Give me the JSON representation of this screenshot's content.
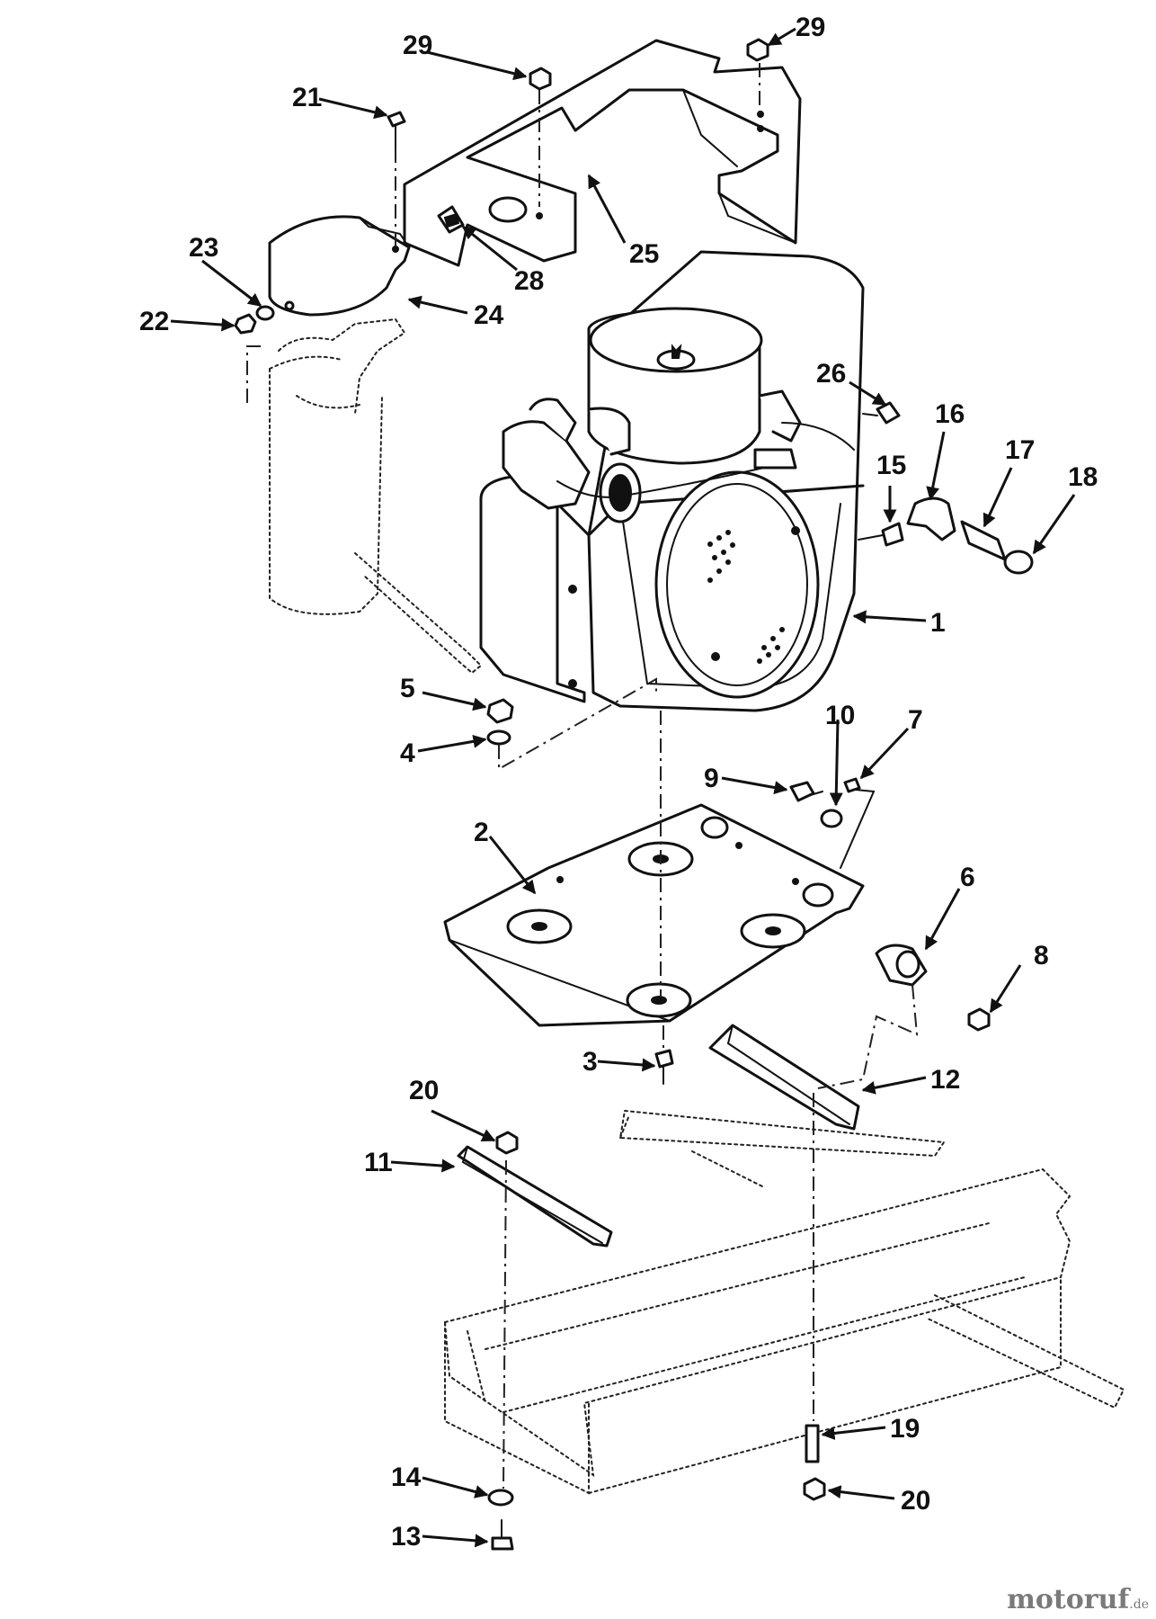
{
  "watermark": {
    "brand": "motoruf",
    "suffix": ".de"
  },
  "callouts": [
    {
      "id": "c1",
      "label": "1"
    },
    {
      "id": "c2",
      "label": "2"
    },
    {
      "id": "c3",
      "label": "3"
    },
    {
      "id": "c4",
      "label": "4"
    },
    {
      "id": "c5",
      "label": "5"
    },
    {
      "id": "c6",
      "label": "6"
    },
    {
      "id": "c7",
      "label": "7"
    },
    {
      "id": "c8",
      "label": "8"
    },
    {
      "id": "c9",
      "label": "9"
    },
    {
      "id": "c10",
      "label": "10"
    },
    {
      "id": "c11",
      "label": "11"
    },
    {
      "id": "c12",
      "label": "12"
    },
    {
      "id": "c13",
      "label": "13"
    },
    {
      "id": "c14",
      "label": "14"
    },
    {
      "id": "c15",
      "label": "15"
    },
    {
      "id": "c16",
      "label": "16"
    },
    {
      "id": "c17",
      "label": "17"
    },
    {
      "id": "c18",
      "label": "18"
    },
    {
      "id": "c19",
      "label": "19"
    },
    {
      "id": "c20a",
      "label": "20"
    },
    {
      "id": "c20b",
      "label": "20"
    },
    {
      "id": "c21",
      "label": "21"
    },
    {
      "id": "c22",
      "label": "22"
    },
    {
      "id": "c23",
      "label": "23"
    },
    {
      "id": "c24",
      "label": "24"
    },
    {
      "id": "c25",
      "label": "25"
    },
    {
      "id": "c26",
      "label": "26"
    },
    {
      "id": "c28",
      "label": "28"
    },
    {
      "id": "c29a",
      "label": "29"
    },
    {
      "id": "c29b",
      "label": "29"
    }
  ]
}
